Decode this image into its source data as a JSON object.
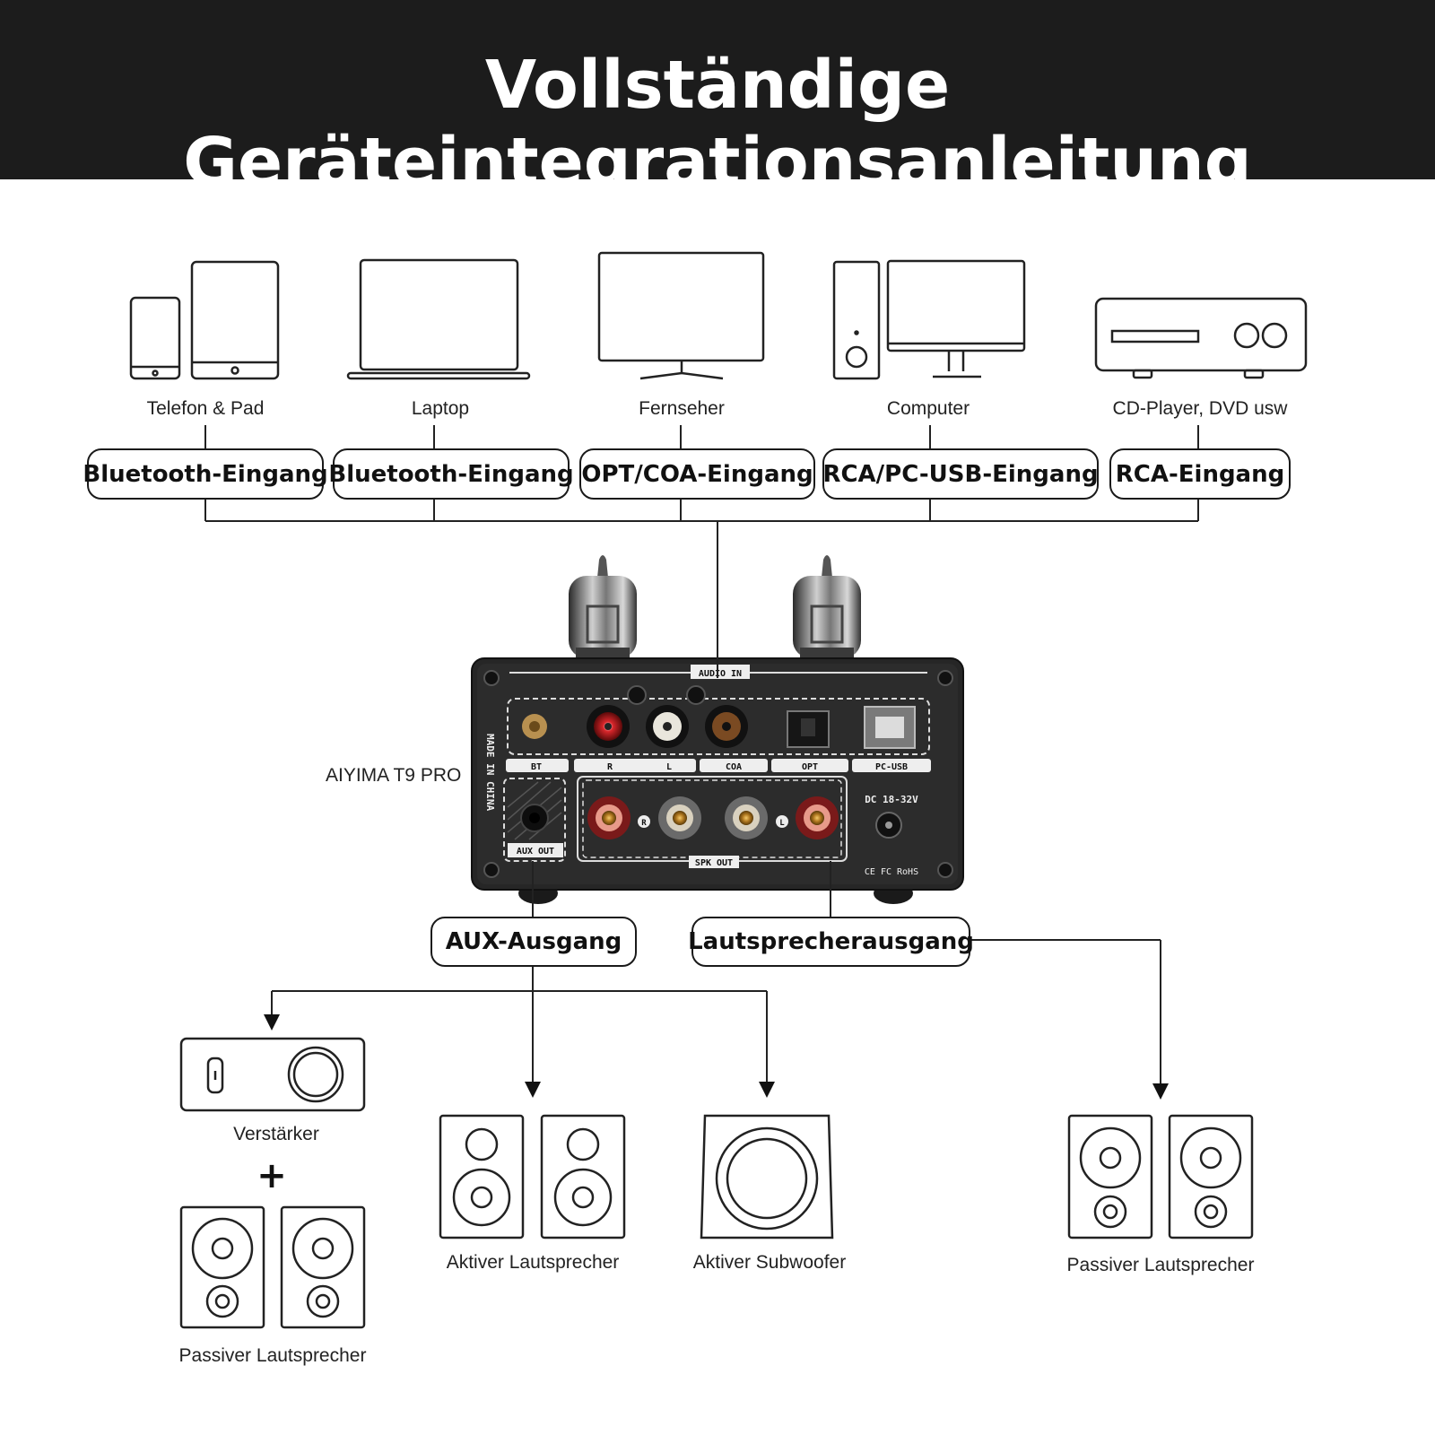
{
  "header": {
    "title": "Vollständige Geräteintegrationsanleitung"
  },
  "sources": [
    {
      "icon": "phone-tablet-icon",
      "label": "Telefon & Pad",
      "input": "Bluetooth-Eingang"
    },
    {
      "icon": "laptop-icon",
      "label": "Laptop",
      "input": "Bluetooth-Eingang"
    },
    {
      "icon": "tv-icon",
      "label": "Fernseher",
      "input": "OPT/COA-Eingang"
    },
    {
      "icon": "desktop-computer-icon",
      "label": "Computer",
      "input": "RCA/PC-USB-Eingang"
    },
    {
      "icon": "cd-player-icon",
      "label": "CD-Player, DVD usw",
      "input": "RCA-Eingang"
    }
  ],
  "amplifier": {
    "model": "AIYIMA T9 PRO",
    "panel": {
      "audio_in": "AUDIO IN",
      "made_in": "MADE IN CHINA",
      "ports": [
        "BT",
        "R",
        "L",
        "COA",
        "OPT",
        "PC-USB"
      ],
      "aux_out": "AUX OUT",
      "spk_out": "SPK OUT",
      "dc": "DC 18-32V",
      "channel_r": "R",
      "channel_l": "L",
      "certs": "CE FC RoHS"
    }
  },
  "outputs": {
    "aux": "AUX-Ausgang",
    "speaker": "Lautsprecherausgang"
  },
  "destinations": {
    "amplifier": "Verstärker",
    "plus": "+",
    "passive_left": "Passiver Lautsprecher",
    "active": "Aktiver Lautsprecher",
    "subwoofer": "Aktiver Subwoofer",
    "passive_right": "Passiver Lautsprecher"
  }
}
